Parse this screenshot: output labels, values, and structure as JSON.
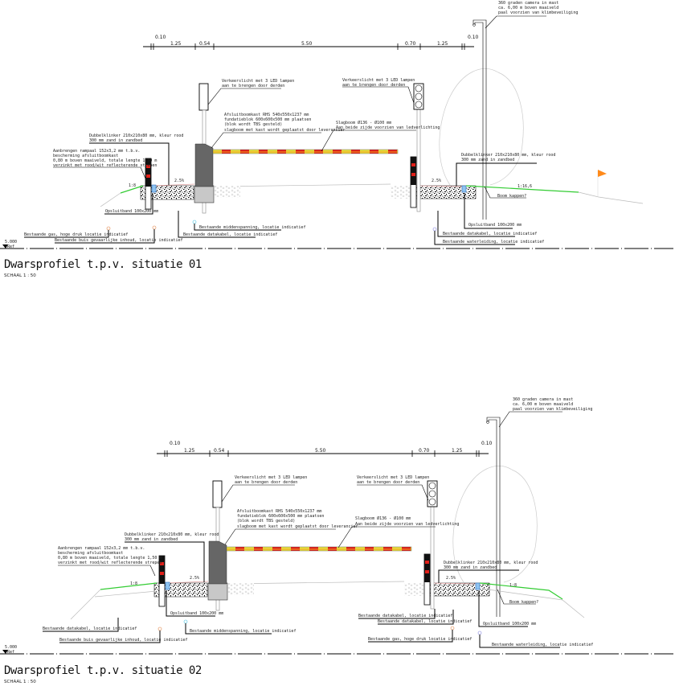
{
  "colors": {
    "boom_red": "#e0201a",
    "boom_yellow": "#e8e040",
    "kerb_blue": "#5aa0e0",
    "slope_green": "#33cc33",
    "flag_orange": "#ff8a1a",
    "gas_orange": "#e08040",
    "cable_cyan": "#40c0e0",
    "water_purple": "#8080e0"
  },
  "situatie_01": {
    "title": "Dwarsprofiel t.p.v. situatie 01",
    "scale": "SCHAAL 1 : 50",
    "dims": [
      "0.10",
      "1.25",
      "0.54",
      "5.50",
      "0.70",
      "1.25",
      "0.10"
    ],
    "ref": {
      "level": "5.000",
      "label": "Ref"
    },
    "camera": [
      "360 graden camera in mast",
      "ca. 6,00 m boven maaiveld",
      "paal voorzien van klimbeveiliging"
    ],
    "traffic_light_left": [
      "Verkeerslicht met 3 LED lampen",
      "aan te brengen door derden"
    ],
    "traffic_light_right": [
      "Verkeerslicht met 3 LED lampen",
      "aan te brengen door derden"
    ],
    "cabinet": [
      "Afsluitboomkast RHS 540x550x1237 mm",
      "fundatieblok 600x600x500 mm plaatsen",
      "(blok wordt TBS gesteld)",
      "slagboom met kast wordt geplaatst door leverancier"
    ],
    "boom": [
      "Slagboom Ø136 - Ø100 mm",
      "Aan beide zijde voorzien van ledverlichting"
    ],
    "klinker_left": [
      "Dubbelklinker 210x210x80 mm, kleur rood",
      "300 mm zand in zandbed"
    ],
    "klinker_right": [
      "Dubbelklinker 210x210x80 mm, kleur rood",
      "300 mm zand in zandbed"
    ],
    "rampaal": [
      "Aanbrengen rampaal 152x3,2 mm t.b.v.",
      "bescherming afsluitboomkast",
      "0,80 m boven maaiveld, totale lengte 1,50 m",
      "verzinkt met rood/wit reflecterende strepen"
    ],
    "slope_left": "1:8",
    "slope_right": "1:16,6",
    "fall_left": "2.5%",
    "fall_right": "2.5%",
    "opsluitband_left": "Opsluitband 100x200 mm",
    "opsluitband_right": "Opsluitband 100x200 mm",
    "tree_note": "Boom kappen?",
    "utilities": {
      "gas": "Bestaande gas, hoge druk locatie indicatief",
      "buis": "Bestaande buis gevaarlijke inhoud, locatie indicatief",
      "middenspanning": "Bestaande middenspanning, locatie indicatief",
      "datakabel_left": "Bestaande datakabel, locatie indicatief",
      "datakabel_right": "Bestaande datakabel, locatie indicatief",
      "waterleiding": "Bestaande waterleiding, locatie indicatief"
    }
  },
  "situatie_02": {
    "title": "Dwarsprofiel t.p.v. situatie 02",
    "scale": "SCHAAL 1 : 50",
    "dims": [
      "0.10",
      "1.25",
      "0.54",
      "5.50",
      "0.70",
      "1.25",
      "0.10"
    ],
    "ref": {
      "level": "5.000",
      "label": "Ref"
    },
    "camera": [
      "360 graden camera in mast",
      "ca. 6,00 m boven maaiveld",
      "paal voorzien van klimbeveiliging"
    ],
    "traffic_light_left": [
      "Verkeerslicht met 3 LED lampen",
      "aan te brengen door derden"
    ],
    "traffic_light_right": [
      "Verkeerslicht met 3 LED lampen",
      "aan te brengen door derden"
    ],
    "cabinet": [
      "Afsluitboomkast RHS 540x550x1237 mm",
      "fundatieblok 600x600x500 mm plaatsen",
      "(blok wordt TBS gesteld)",
      "slagboom met kast wordt geplaatst door leverancier"
    ],
    "boom": [
      "Slagboom Ø136 - Ø100 mm",
      "Aan beide zijde voorzien van ledverlichting"
    ],
    "klinker_left": [
      "Dubbelklinker 210x210x80 mm, kleur rood",
      "300 mm zand in zandbed"
    ],
    "klinker_right": [
      "Dubbelklinker 210x210x80 mm, kleur rood",
      "300 mm zand in zandbed"
    ],
    "rampaal": [
      "Aanbrengen rampaal 152x3,2 mm t.b.v.",
      "bescherming afsluitboomkast",
      "0,80 m boven maaiveld, totale lengte 1,50 m",
      "verzinkt met rood/wit reflecterende strepen"
    ],
    "slope_left": "1:8",
    "slope_right": "1:8",
    "fall_left": "2.5%",
    "fall_right": "2.5%",
    "opsluitband_left": "Opsluitband 100x200 mm",
    "opsluitband_right": "Opsluitband 100x200 mm",
    "tree_note": "Boom kappen?",
    "utilities": {
      "datakabel_left": "Bestaande datakabel, locatie indicatief",
      "buis": "Bestaande buis gevaarlijke inhoud, locatie indicatief",
      "middenspanning": "Bestaande middenspanning, locatie indicatief",
      "datakabel_right_1": "Bestaande datakabel, locatie indicatief",
      "datakabel_right_2": "Bestaande datakabel, locatie indicatief",
      "gas": "Bestaande gas, hoge druk locatie indicatief",
      "waterleiding": "Bestaande waterleiding, locatie indicatief"
    }
  }
}
